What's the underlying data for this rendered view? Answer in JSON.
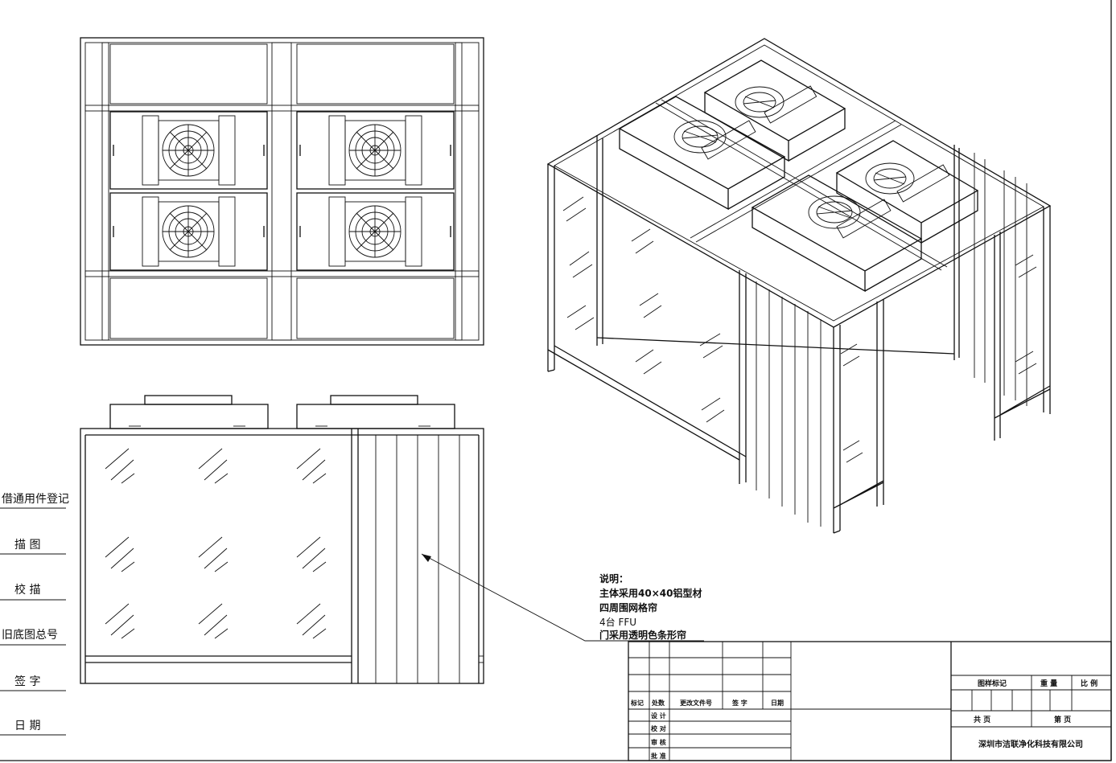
{
  "sidebar": {
    "items": [
      {
        "label": "借通用件登记"
      },
      {
        "label": "描 图"
      },
      {
        "label": "校 描"
      },
      {
        "label": "旧底图总号"
      },
      {
        "label": "签 字"
      },
      {
        "label": "日 期"
      }
    ]
  },
  "notes": {
    "title": "说明：",
    "lines": [
      "主体采用40×40铝型材",
      "四周围网格帘",
      "4台 FFU",
      "门采用透明色条形帘"
    ]
  },
  "title_block": {
    "rev_headers": [
      "标记",
      "处数",
      "更改文件号",
      "签 字",
      "日期"
    ],
    "sign_rows": [
      "设 计",
      "校 对",
      "审 核",
      "批 准"
    ],
    "stage_label": "图样标记",
    "weight_label": "重 量",
    "scale_label": "比 例",
    "sheet_total_label": "共 页",
    "sheet_label": "第 页",
    "company": "深圳市洁联净化科技有限公司"
  },
  "colors": {
    "line": "#111111",
    "background": "#ffffff"
  }
}
